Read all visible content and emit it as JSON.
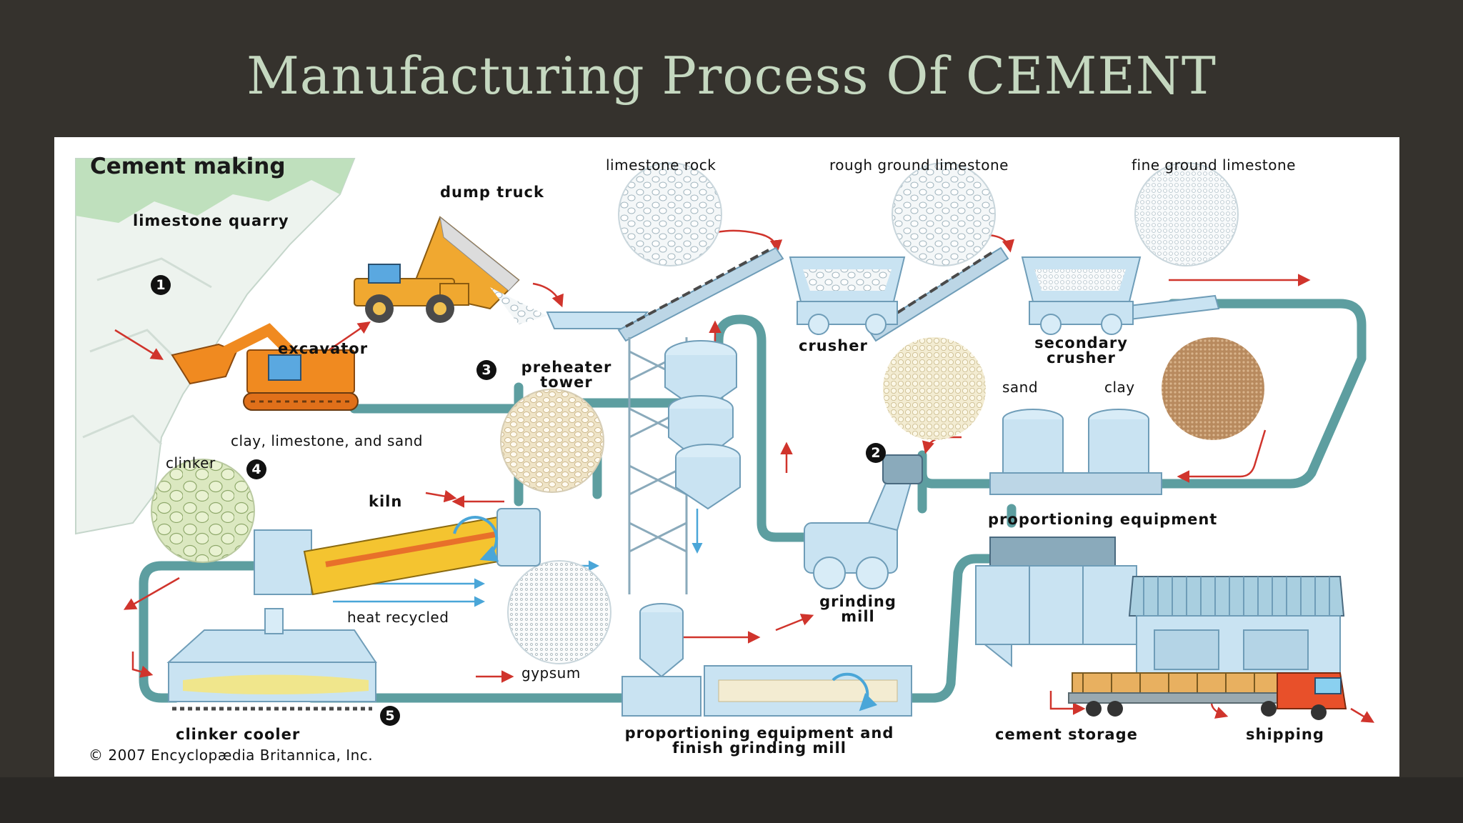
{
  "slide": {
    "title": "Manufacturing Process Of CEMENT"
  },
  "diagram": {
    "heading": "Cement making",
    "copyright": "© 2007 Encyclopædia Britannica, Inc.",
    "labels": {
      "limestone_quarry": "limestone quarry",
      "dump_truck": "dump truck",
      "limestone_rock": "limestone rock",
      "rough_ground_limestone": "rough ground limestone",
      "fine_ground_limestone": "fine ground limestone",
      "excavator": "excavator",
      "preheater_tower": "preheater\ntower",
      "crusher": "crusher",
      "secondary_crusher": "secondary\ncrusher",
      "sand": "sand",
      "clay": "clay",
      "clay_limestone_sand": "clay, limestone, and sand",
      "clinker": "clinker",
      "kiln": "kiln",
      "proportioning_equipment": "proportioning equipment",
      "grinding_mill": "grinding\nmill",
      "heat_recycled": "heat recycled",
      "gypsum": "gypsum",
      "clinker_cooler": "clinker cooler",
      "finish_grinding": "proportioning equipment and\nfinish grinding mill",
      "cement_storage": "cement storage",
      "shipping": "shipping"
    },
    "steps": [
      "1",
      "2",
      "3",
      "4",
      "5"
    ],
    "colors": {
      "pipe": "#5d9ea0",
      "arrow": "#d0342c",
      "machine": "#c9e3f2",
      "machine_outline": "#6f9db8",
      "truck": "#f0a830",
      "excavator": "#f08a20",
      "kiln_glow": "#f4c430",
      "cab": "#e8502a"
    }
  }
}
